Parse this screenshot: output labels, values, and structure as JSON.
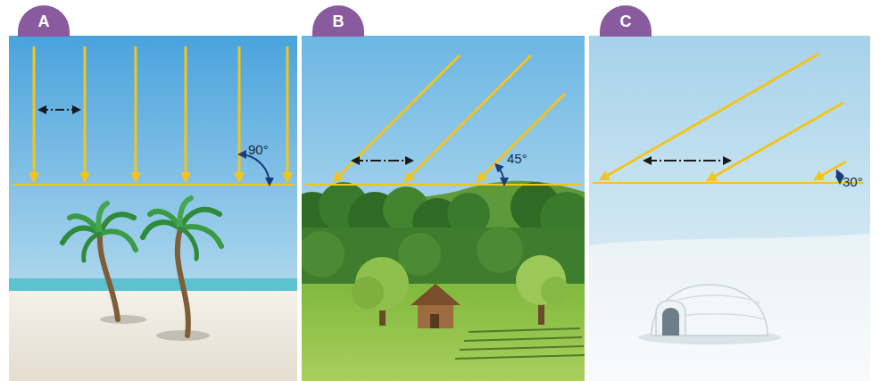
{
  "diagram": {
    "nodes": [
      {
        "text": [
          "A"
        ]
      },
      {
        "text": [
          "B"
        ]
      },
      {
        "text": [
          "C"
        ]
      }
    ],
    "labels": [
      "90°",
      "45°",
      "30°"
    ]
  }
}
